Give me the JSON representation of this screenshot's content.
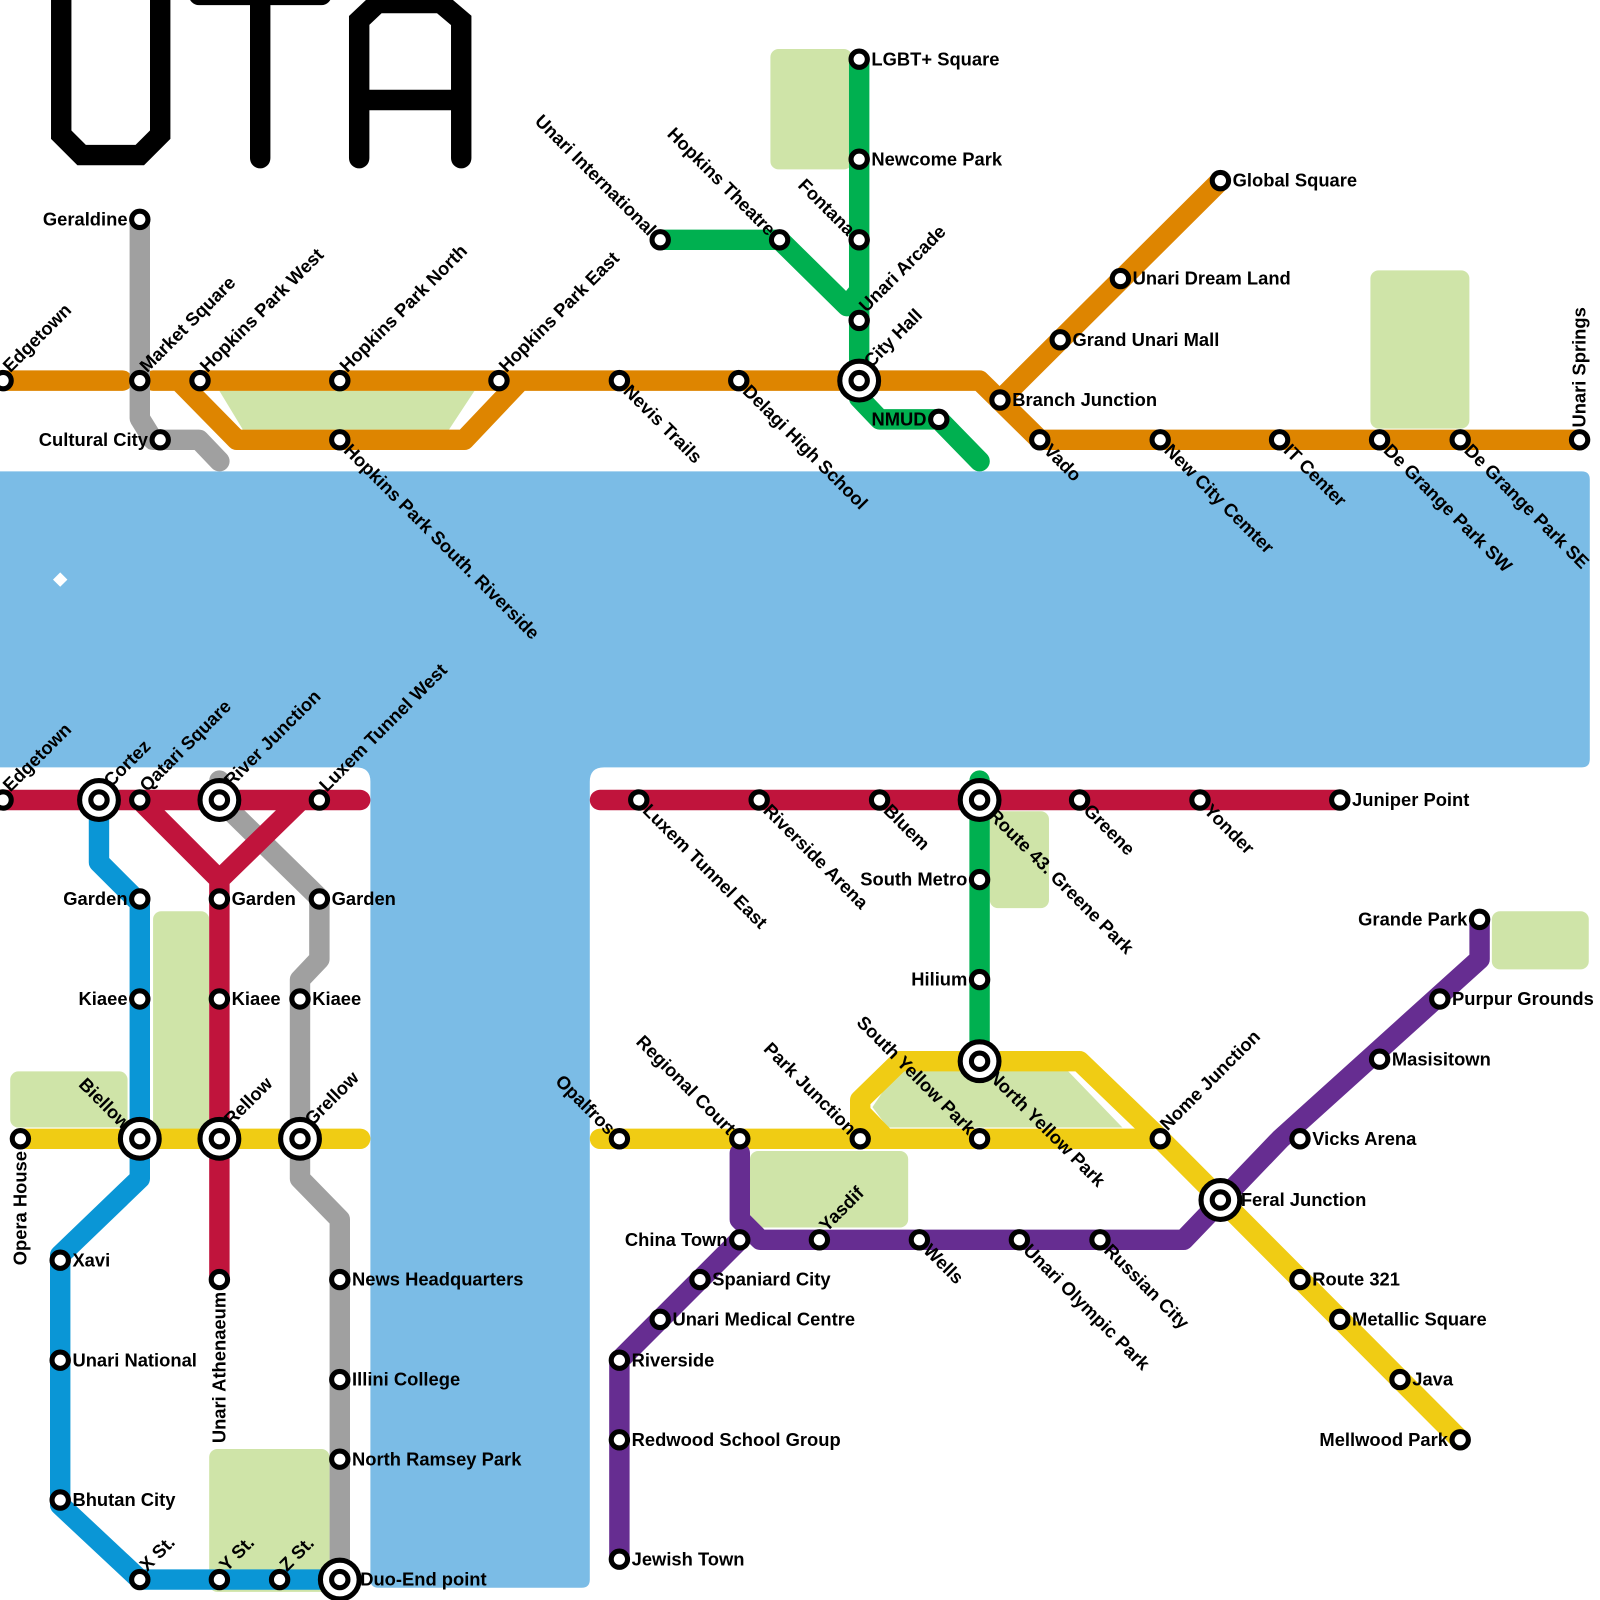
{
  "logo": {
    "text": "UTA"
  },
  "colors": {
    "water": "#7BBCE6",
    "park": "#CFE4A8",
    "orange_line": "#DE8500",
    "green_line": "#00B050",
    "red_line": "#C0143C",
    "blue_line": "#0A96D6",
    "grey_line": "#A0A0A0",
    "yellow_line": "#F0CC14",
    "purple_line": "#662D91"
  },
  "stations": [
    {
      "name": "Edgetown"
    },
    {
      "name": "Market Square"
    },
    {
      "name": "Hopkins Park West"
    },
    {
      "name": "Hopkins Park North"
    },
    {
      "name": "Hopkins Park East"
    },
    {
      "name": "Nevis Trails"
    },
    {
      "name": "Delagi High School"
    },
    {
      "name": "City Hall",
      "interchange": true
    },
    {
      "name": "Branch Junction"
    },
    {
      "name": "Grand Unari Mall"
    },
    {
      "name": "Unari Dream Land"
    },
    {
      "name": "Global Square"
    },
    {
      "name": "Hopkins Park South. Riverside"
    },
    {
      "name": "Vado"
    },
    {
      "name": "New City Cemter"
    },
    {
      "name": "IT Center"
    },
    {
      "name": "De Grange Park SW"
    },
    {
      "name": "De Grange Park SE"
    },
    {
      "name": "Unari Springs"
    },
    {
      "name": "Geraldine"
    },
    {
      "name": "Cultural City"
    },
    {
      "name": "LGBT+ Square"
    },
    {
      "name": "Newcome Park"
    },
    {
      "name": "Fontana"
    },
    {
      "name": "Unari Arcade"
    },
    {
      "name": "Unari International"
    },
    {
      "name": "Hopkins Theatre"
    },
    {
      "name": "NMUD"
    },
    {
      "name": "Edgetown"
    },
    {
      "name": "Cortez",
      "interchange": true
    },
    {
      "name": "Qatari Square"
    },
    {
      "name": "River Junction",
      "interchange": true
    },
    {
      "name": "Luxem Tunnel West"
    },
    {
      "name": "Garden"
    },
    {
      "name": "Kiaee"
    },
    {
      "name": "Rellow",
      "interchange": true
    },
    {
      "name": "Unari Athenaeum"
    },
    {
      "name": "Luxem Tunnel East"
    },
    {
      "name": "Riverside Arena"
    },
    {
      "name": "Bluem"
    },
    {
      "name": "Route 43. Greene Park",
      "interchange": true
    },
    {
      "name": "Greene"
    },
    {
      "name": "Yonder"
    },
    {
      "name": "Juniper Point"
    },
    {
      "name": "Garden"
    },
    {
      "name": "Kiaee"
    },
    {
      "name": "Biellow",
      "interchange": true
    },
    {
      "name": "Xavi"
    },
    {
      "name": "Unari National"
    },
    {
      "name": "Bhutan City"
    },
    {
      "name": "X St."
    },
    {
      "name": "Y St."
    },
    {
      "name": "Z St."
    },
    {
      "name": "Duo-End point",
      "interchange": true
    },
    {
      "name": "Garden"
    },
    {
      "name": "Kiaee"
    },
    {
      "name": "Grellow",
      "interchange": true
    },
    {
      "name": "News Headquarters"
    },
    {
      "name": "Illini College"
    },
    {
      "name": "North Ramsey Park"
    },
    {
      "name": "Opera House"
    },
    {
      "name": "Opalfros"
    },
    {
      "name": "Regional Court"
    },
    {
      "name": "Park Junction"
    },
    {
      "name": "South Yellow Park"
    },
    {
      "name": "North Yellow Park",
      "interchange": true
    },
    {
      "name": "Nome Junction"
    },
    {
      "name": "Feral Junction",
      "interchange": true
    },
    {
      "name": "Route 321"
    },
    {
      "name": "Metallic Square"
    },
    {
      "name": "Java"
    },
    {
      "name": "Mellwood Park"
    },
    {
      "name": "South Metro"
    },
    {
      "name": "Hilium"
    },
    {
      "name": "Grande Park"
    },
    {
      "name": "Purpur Grounds"
    },
    {
      "name": "Masisitown"
    },
    {
      "name": "Vicks Arena"
    },
    {
      "name": "Russian City"
    },
    {
      "name": "Unari Olympic Park"
    },
    {
      "name": "Wells"
    },
    {
      "name": "Yasdif"
    },
    {
      "name": "China Town"
    },
    {
      "name": "Spaniard City"
    },
    {
      "name": "Unari Medical Centre"
    },
    {
      "name": "Riverside"
    },
    {
      "name": "Redwood School Group"
    },
    {
      "name": "Jewish Town"
    }
  ]
}
